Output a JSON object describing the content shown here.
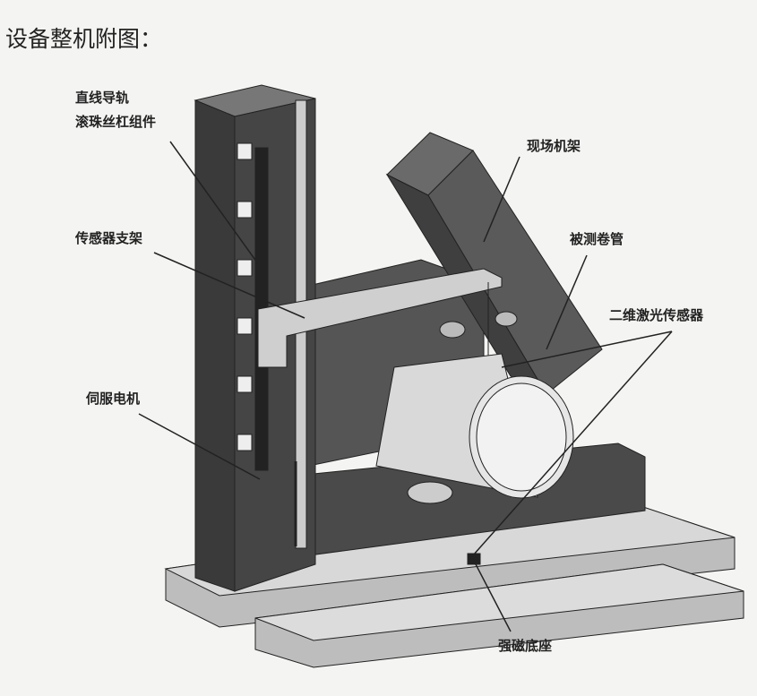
{
  "title": "设备整机附图：",
  "figure": {
    "labels": {
      "linear_guide": "直线导轨",
      "ball_screw": "滚珠丝杠组件",
      "field_frame": "现场机架",
      "sensor_bracket": "传感器支架",
      "measured_pipe": "被测卷管",
      "laser_sensor": "二维激光传感器",
      "servo_motor": "伺服电机",
      "magnetic_base": "强磁底座"
    }
  }
}
